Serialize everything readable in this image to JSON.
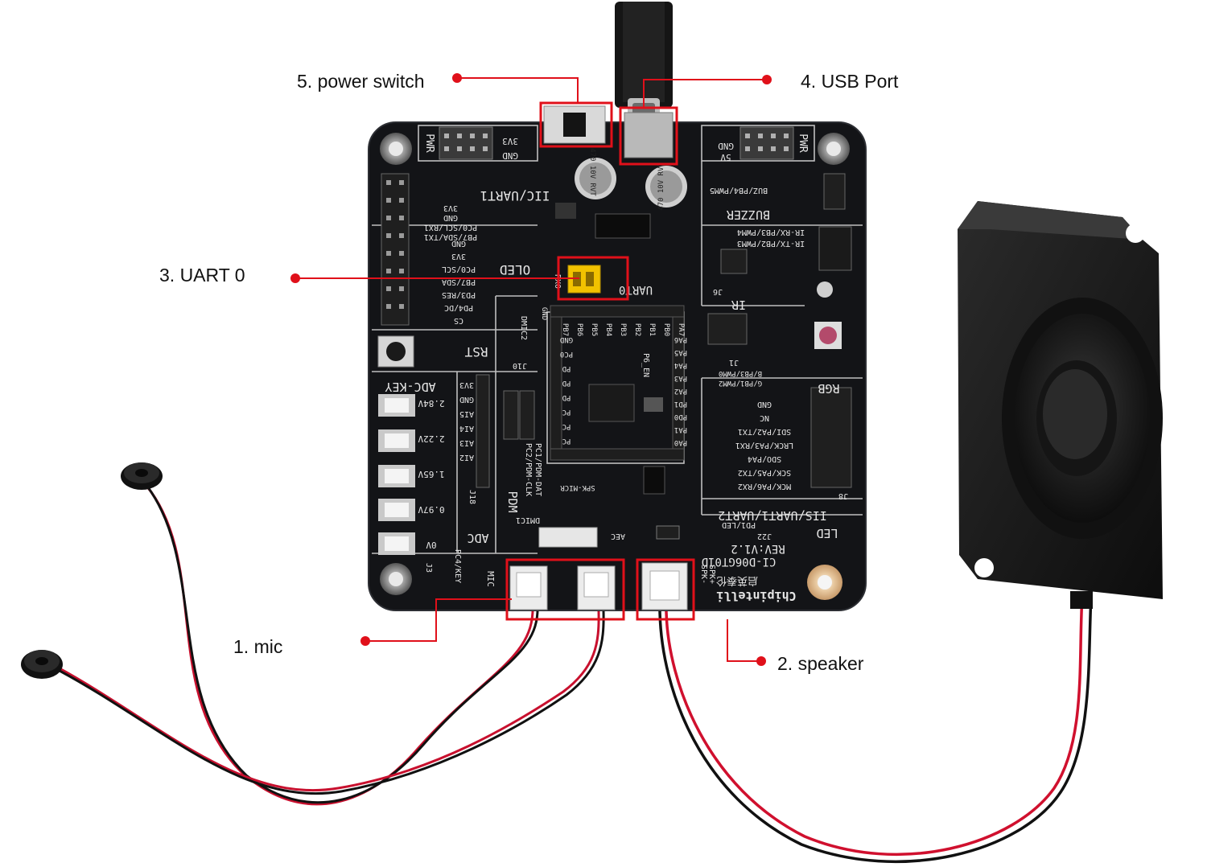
{
  "callouts": [
    {
      "id": "mic",
      "label": "1. mic"
    },
    {
      "id": "speaker",
      "label": "2. speaker"
    },
    {
      "id": "uart0",
      "label": "3. UART 0"
    },
    {
      "id": "usb",
      "label": "4. USB Port"
    },
    {
      "id": "power",
      "label": "5. power switch"
    }
  ],
  "board": {
    "silkscreen": {
      "pwr_left": "PWR",
      "gnd_left": "GND",
      "v3_left": "3V3",
      "pwr_right": "PWR",
      "gnd_right": "GND",
      "v5_right": "5V",
      "iic_uart1": "IIC/UART1",
      "iic_pins": [
        "3V3",
        "GND",
        "PC0/SCL/RX1",
        "PB7/SDA/TX1"
      ],
      "oled": "OLED",
      "oled_pins": [
        "GND",
        "3V3",
        "PC0/SCL",
        "PB7/SDA",
        "PD3/RES",
        "PD4/DC",
        "CS"
      ],
      "rst": "RST",
      "adc_key": "ADC-KEY",
      "adc_volts": [
        "2.84V",
        "2.22V",
        "1.65V",
        "0.97V",
        "0V"
      ],
      "adc_pins": [
        "3V3",
        "GND",
        "AI5",
        "AI4",
        "AI3",
        "AI2"
      ],
      "adc": "ADC",
      "pdm": "PDM",
      "pdm_pins": [
        "PC2/PDM-CLK",
        "PC1/PDM-DAT"
      ],
      "dmic2": "DMIC2",
      "dmic1": "DMIC1",
      "j10": "J10",
      "j18": "J18",
      "j3": "J3",
      "pc4_key": "PC4/KEY",
      "mic_lbl": "MIC",
      "uart0": "UART0",
      "rx0": "RX0",
      "buzzer": "BUZZER",
      "buz_pin": "BUZ/PB4/PWM5",
      "ir_rx": "IR-RX/PB3/PWM4",
      "ir_tx": "IR-TX/PB2/PWM3",
      "ir": "IR",
      "j6": "J6",
      "rgb": "RGB",
      "rgb_pins": [
        "B/PB3/PWM0",
        "G/PB1/PWM2"
      ],
      "j1": "J1",
      "iis": "IIS/UART1/UART2",
      "iis_pins": [
        "GND",
        "NC",
        "SDI/PA2/TX1",
        "LRCK/PA3/RX1",
        "SDO/PA4",
        "SCK/PA5/TX2",
        "MCK/PA6/RX2"
      ],
      "j8": "J8",
      "led": "LED",
      "pd1_led": "PD1/LED",
      "j22": "J22",
      "board_name": "CI-D06GT01D",
      "rev": "REV:V1.2",
      "brand": "Chipintelli",
      "brand_cn": "启英泰伦",
      "spk": "SPK-",
      "spk2": "SPK+",
      "aec": "AEC",
      "spk_micr": "SPK-MICR",
      "p6_en": "P6_EN",
      "pins_top": [
        "PB7",
        "PB6",
        "PB5",
        "PB4",
        "PB3",
        "PB2",
        "PB1",
        "PB0",
        "PA7"
      ],
      "pins_right": [
        "PA6",
        "PA5",
        "PA4",
        "PA3",
        "PA2",
        "PD1",
        "PD0",
        "PA1",
        "PA0"
      ],
      "pins_left": [
        "GND",
        "PC0",
        "PD",
        "PD",
        "PD",
        "PC",
        "PC",
        "PC"
      ],
      "cap1": "470 10V RVT",
      "cap2": "470 10V RVT",
      "gnd_top": "GND"
    }
  }
}
